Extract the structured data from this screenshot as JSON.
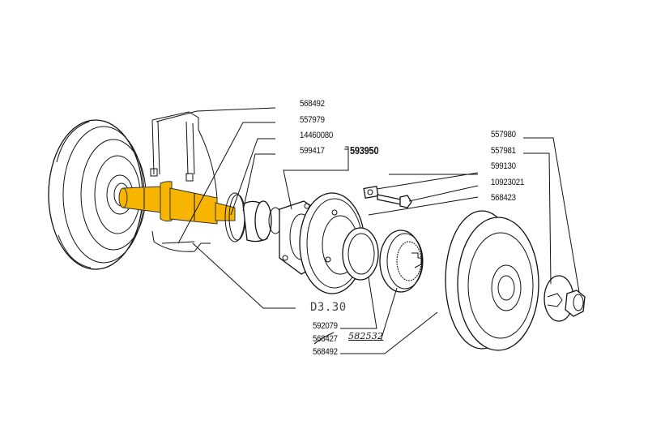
{
  "diagram": {
    "title_code": "D3.30",
    "highlight_color": "#F7B500",
    "labels_top_center": [
      {
        "id": "drum-shield",
        "text": "568492"
      },
      {
        "id": "bearing-seal",
        "text": "557979"
      },
      {
        "id": "circlip",
        "text": "14460080"
      },
      {
        "id": "bearing-ring",
        "text": "599417"
      }
    ],
    "group_label": "593950",
    "labels_right": [
      {
        "id": "washer",
        "text": "557980"
      },
      {
        "id": "nut",
        "text": "557981"
      },
      {
        "id": "lock-plate",
        "text": "599130"
      },
      {
        "id": "bolt",
        "text": "10923021"
      },
      {
        "id": "hub-flange",
        "text": "568423"
      }
    ],
    "labels_bottom": [
      {
        "id": "oil-seal",
        "text": "592079"
      },
      {
        "id": "wheel-bearing",
        "text": "568427"
      },
      {
        "id": "brake-drum",
        "text": "568492"
      }
    ],
    "handwritten_correction": "582532"
  }
}
